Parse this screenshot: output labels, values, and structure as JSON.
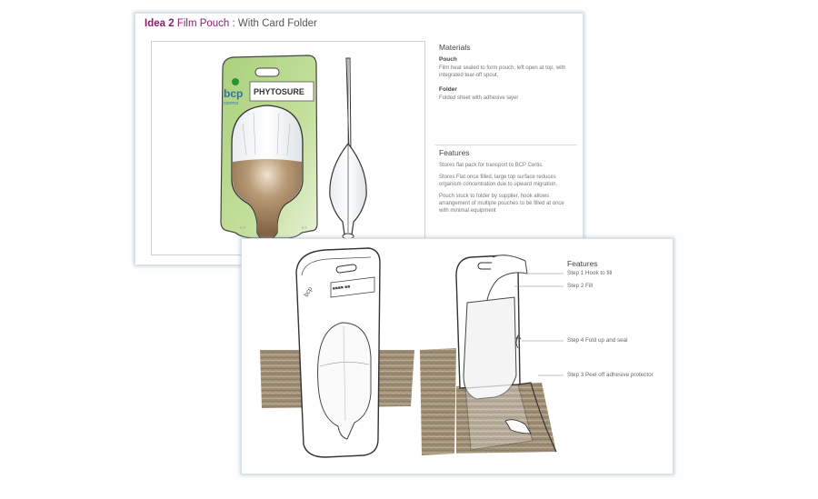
{
  "top_board": {
    "title_bold": "Idea 2",
    "title_accent": "Film Pouch",
    "title_rest": ": With Card Folder",
    "logo_text": "bcp",
    "logo_sub": "CERTIS",
    "product_label": "PHYTOSURE",
    "materials": {
      "heading": "Materials",
      "pouch_heading": "Pouch",
      "pouch_text": "Film heat sealed to form pouch, left open at top, with integrated tear-off spout.",
      "folder_heading": "Folder",
      "folder_text": "Folded sheet with adhesive layer"
    },
    "features": {
      "heading": "Features",
      "items": [
        "Stores flat pack for transport to BCP Certis.",
        "Stores Flat once filled, large top surface reduces organism concentration due to upward migration.",
        "Pouch stuck to folder by supplier, hook allows arrangement of multiple pouches to be filled at once with minimal equipment"
      ]
    }
  },
  "bottom_board": {
    "features_heading": "Features",
    "steps": [
      "Step 1 Hook to fill",
      "Step 2 Fill",
      "Step 4 Fold up and seal",
      "Step 3 Peel off adhesive protector"
    ]
  },
  "colors": {
    "brand_purple": "#8e1b6f",
    "card_green": "#b9d98f",
    "liquid_brown": "#8a6a48"
  }
}
